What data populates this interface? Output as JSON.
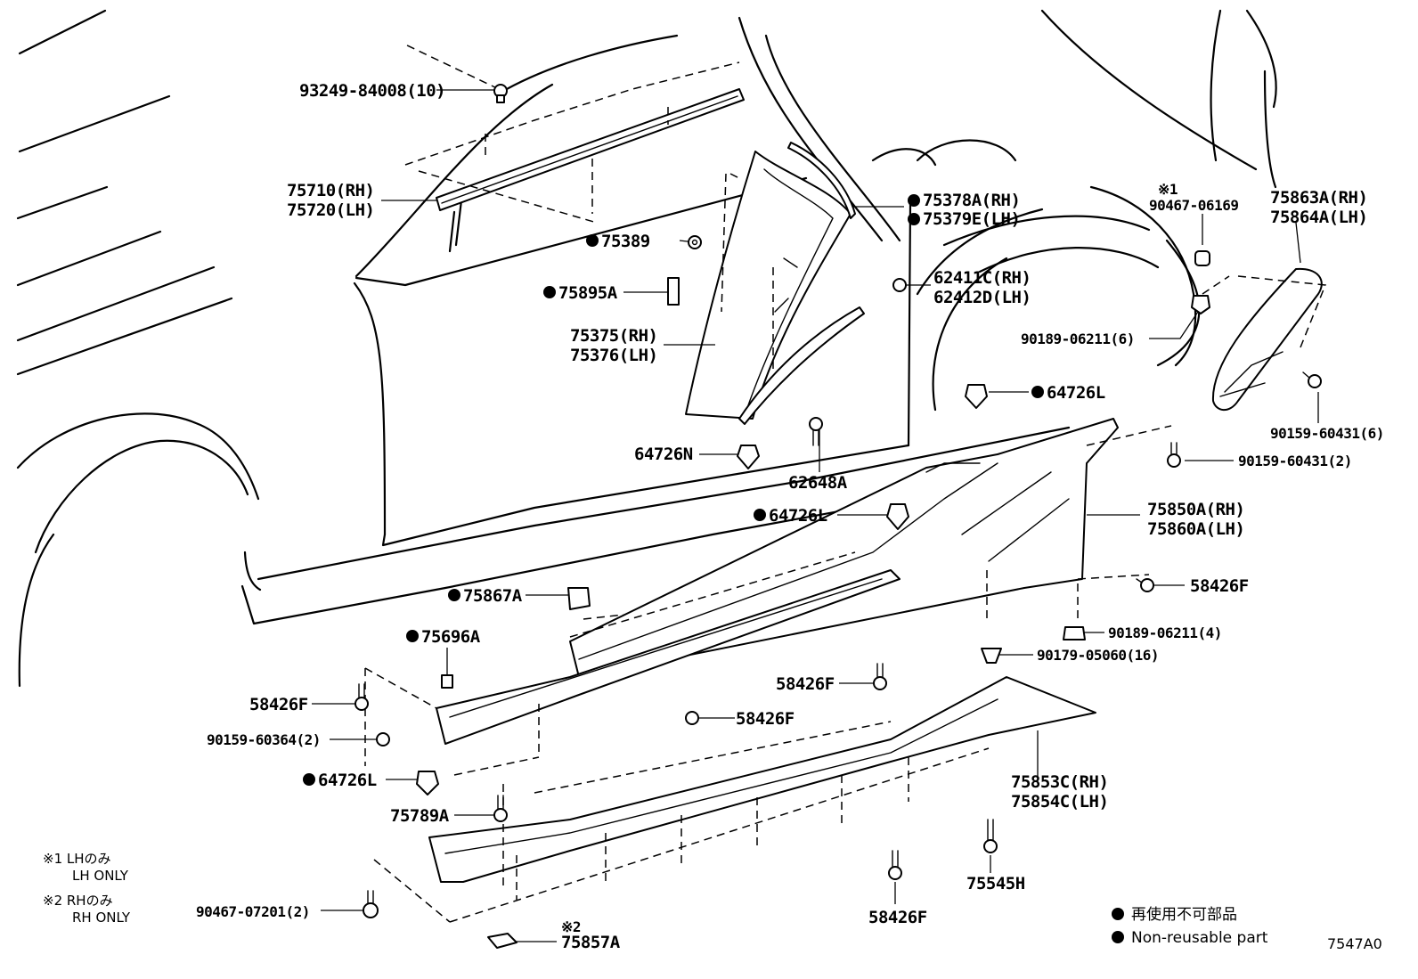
{
  "diagram": {
    "code": "7547A0",
    "colors": {
      "line": "#000000",
      "background": "#ffffff"
    },
    "icons": [
      "non-reusable-dot-icon",
      "clip-icon",
      "bolt-icon",
      "screw-icon",
      "nut-icon"
    ],
    "labels": {
      "p93249": "93249-84008(10)",
      "p75710": "75710(RH)",
      "p75720": "75720(LH)",
      "p75378": "75378A(RH)",
      "p75379": "75379E(LH)",
      "p75389": "75389",
      "p62411": "62411C(RH)",
      "p62412": "62412D(LH)",
      "p75895": "75895A",
      "p75375": "75375(RH)",
      "p75376": "75376(LH)",
      "p64726n": "64726N",
      "p62648": "62648A",
      "p64726l_a": "64726L",
      "p64726l_b": "64726L",
      "p75850": "75850A(RH)",
      "p75860": "75860A(LH)",
      "p58426_a": "58426F",
      "p75867": "75867A",
      "p75696": "75696A",
      "p90189_4": "90189-06211(4)",
      "p90179": "90179-05060(16)",
      "p58426_b": "58426F",
      "p58426_c": "58426F",
      "p58426_d": "58426F",
      "p90159_60364": "90159-60364(2)",
      "p64726l_c": "64726L",
      "p75853": "75853C(RH)",
      "p75854": "75854C(LH)",
      "p75789": "75789A",
      "p75545": "75545H",
      "p58426_e": "58426F",
      "p90467_07201": "90467-07201(2)",
      "p75857": "75857A",
      "p90467_06169": "90467-06169",
      "p75863": "75863A(RH)",
      "p75864": "75864A(LH)",
      "p90189_6": "90189-06211(6)",
      "p90159_6": "90159-60431(6)",
      "p90159_2": "90159-60431(2)"
    },
    "marks": {
      "note1": "※1",
      "note2": "※2"
    },
    "notes": {
      "n1_jp": "※1 LHのみ",
      "n1_en": "LH ONLY",
      "n2_jp": "※2 RHのみ",
      "n2_en": "RH ONLY"
    },
    "legend": {
      "jp": "再使用不可部品",
      "en": "Non-reusable part"
    }
  }
}
